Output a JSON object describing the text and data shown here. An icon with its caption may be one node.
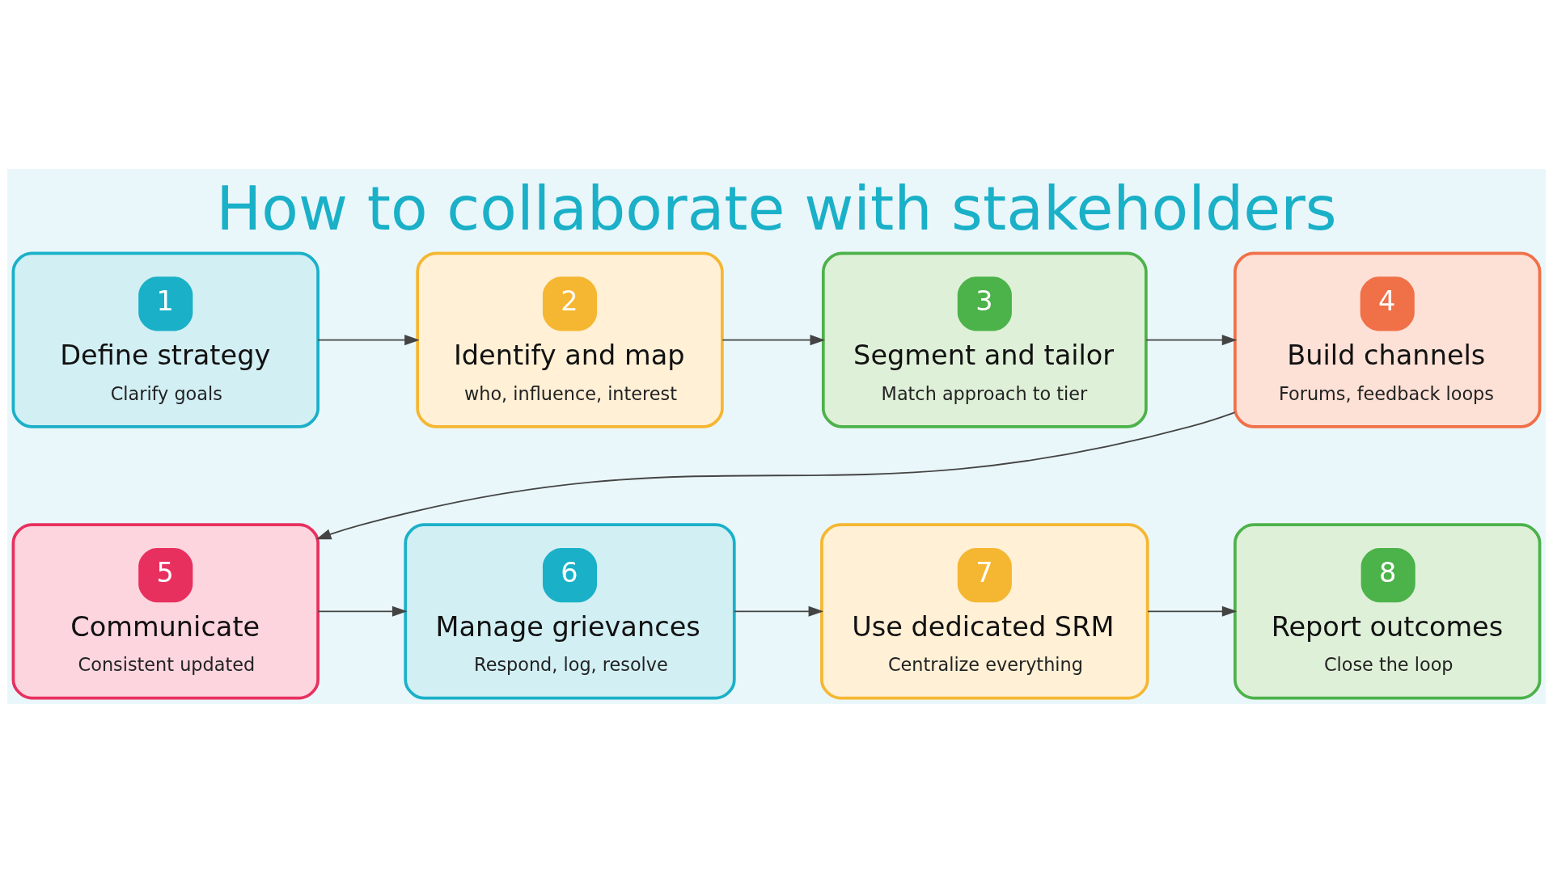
{
  "diagram": {
    "title": "How to collaborate with stakeholders",
    "nodes": [
      {
        "text": [
          "1",
          "Define strategy",
          "Clarify goals"
        ]
      },
      {
        "text": [
          "2",
          "Identify and map",
          "who, influence, interest"
        ]
      },
      {
        "text": [
          "3",
          "Segment and tailor",
          "Match approach to tier"
        ]
      },
      {
        "text": [
          "4",
          "Build channels",
          "Forums, feedback loops"
        ]
      },
      {
        "text": [
          "5",
          "Communicate",
          "Consistent updated"
        ]
      },
      {
        "text": [
          "6",
          "Manage grievances",
          "Respond, log, resolve"
        ]
      },
      {
        "text": [
          "7",
          "Use dedicated SRM",
          "Centralize everything"
        ]
      },
      {
        "text": [
          "8",
          "Report outcomes",
          "Close the loop"
        ]
      }
    ],
    "edges": [
      {
        "from": 0,
        "to": 1,
        "arrow": "to"
      },
      {
        "from": 1,
        "to": 2,
        "arrow": "to"
      },
      {
        "from": 2,
        "to": 3,
        "arrow": "to"
      },
      {
        "from": 3,
        "to": 4,
        "arrow": "to"
      },
      {
        "from": 4,
        "to": 5,
        "arrow": "to"
      },
      {
        "from": 5,
        "to": 6,
        "arrow": "to"
      },
      {
        "from": 6,
        "to": 7,
        "arrow": "to"
      }
    ]
  }
}
